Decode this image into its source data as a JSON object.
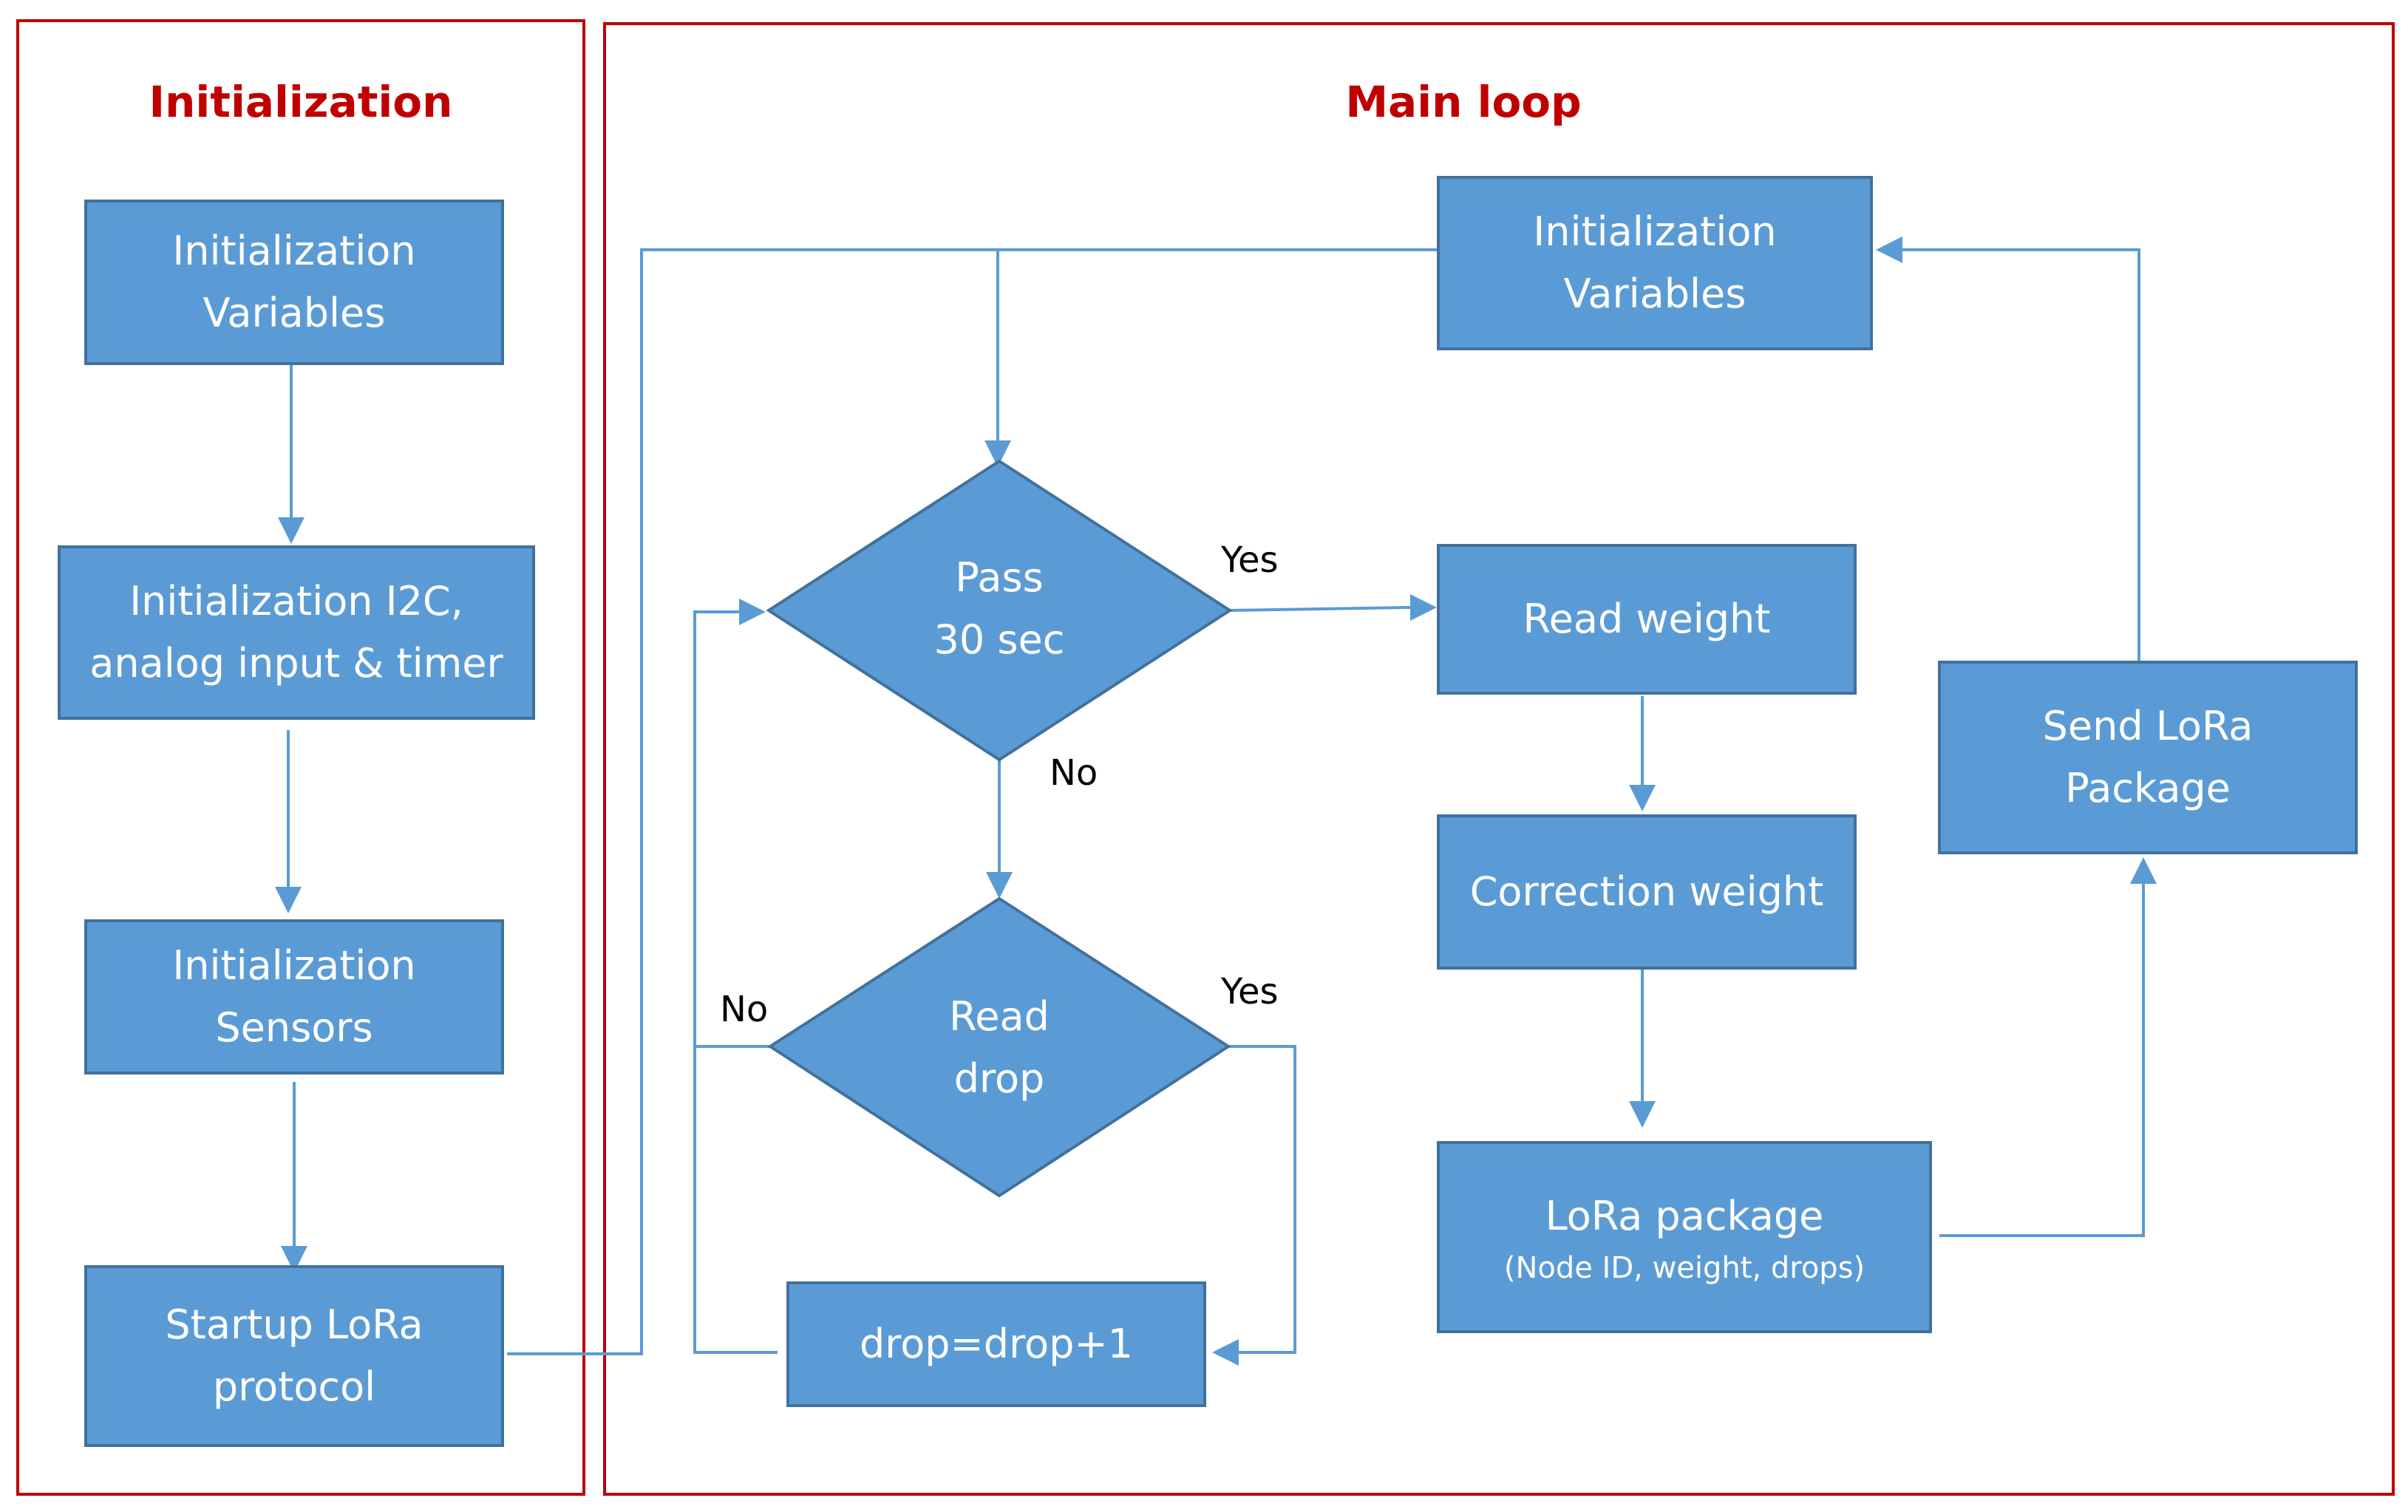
{
  "sections": {
    "initialization_title": "Initialization",
    "main_loop_title": "Main loop"
  },
  "init": {
    "variables": [
      "Initialization",
      "Variables"
    ],
    "i2c": [
      "Initialization I2C,",
      "analog input & timer"
    ],
    "sensors": [
      "Initialization",
      "Sensors"
    ],
    "startup": [
      "Startup LoRa",
      "protocol"
    ]
  },
  "loop": {
    "variables": [
      "Initialization",
      "Variables"
    ],
    "pass": [
      "Pass",
      "30 sec"
    ],
    "read_drop": [
      "Read",
      "drop"
    ],
    "drop_inc": "drop=drop+1",
    "read_weight": "Read weight",
    "correction": "Correction weight",
    "lora_package": "LoRa package",
    "lora_package_sub": "(Node ID, weight, drops)",
    "send": [
      "Send LoRa",
      "Package"
    ]
  },
  "labels": {
    "pass_yes": "Yes",
    "pass_no": "No",
    "drop_yes": "Yes",
    "drop_no": "No"
  },
  "colors": {
    "frame": "#c00000",
    "box_fill": "#5b9bd5",
    "box_border": "#41719c",
    "connector": "#5b9bd5"
  }
}
